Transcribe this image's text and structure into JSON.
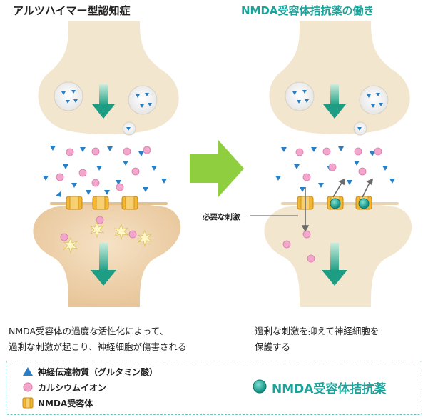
{
  "titles": {
    "left": "アルツハイマー型認知症",
    "right": "NMDA受容体拮抗薬の働き"
  },
  "captions": {
    "left_line1": "NMDA受容体の過度な活性化によって、",
    "left_line2": "過剰な刺激が起こり、神経細胞が傷害される",
    "right_line1": "過剰な刺激を抑えて神経細胞を",
    "right_line2": "保護する"
  },
  "annotation": "必要な刺激",
  "legend": {
    "glutamate": "神経伝達物質（グルタミン酸）",
    "calcium": "カルシウムイオン",
    "nmda": "NMDA受容体",
    "drug": "NMDA受容体拮抗薬"
  },
  "colors": {
    "neuron": "#f3e6cf",
    "neuron_post": "#ecd2ae",
    "arrow_green": "#2fae8f",
    "big_arrow": "#8fce3e",
    "glutamate": "#2a7fc4",
    "calcium": "#ee9ac4",
    "receptor": "#f0b02c",
    "drug": "#17a596",
    "legend_border": "#6cc3bc"
  },
  "icons": [
    "triangle-icon",
    "pink-dot-icon",
    "receptor-icon",
    "teal-dot-icon",
    "green-arrow-icon",
    "right-arrow-icon"
  ]
}
